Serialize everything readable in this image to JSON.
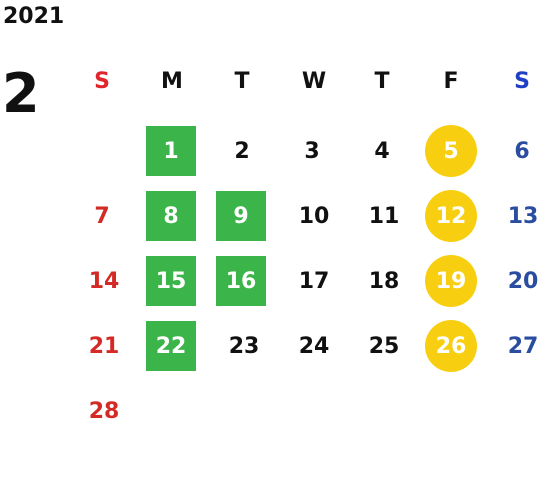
{
  "year": "2021",
  "month": "2",
  "weekdays": [
    "S",
    "M",
    "T",
    "W",
    "T",
    "F",
    "S"
  ],
  "days": {
    "d1": "1",
    "d2": "2",
    "d3": "3",
    "d4": "4",
    "d5": "5",
    "d6": "6",
    "d7": "7",
    "d8": "8",
    "d9": "9",
    "d10": "10",
    "d11": "11",
    "d12": "12",
    "d13": "13",
    "d14": "14",
    "d15": "15",
    "d16": "16",
    "d17": "17",
    "d18": "18",
    "d19": "19",
    "d20": "20",
    "d21": "21",
    "d22": "22",
    "d23": "23",
    "d24": "24",
    "d25": "25",
    "d26": "26",
    "d27": "27",
    "d28": "28"
  },
  "colors": {
    "sunday": "#d42a26",
    "saturday": "#2b4da0",
    "green_highlight": "#3bb54a",
    "yellow_highlight": "#f7cf10"
  }
}
